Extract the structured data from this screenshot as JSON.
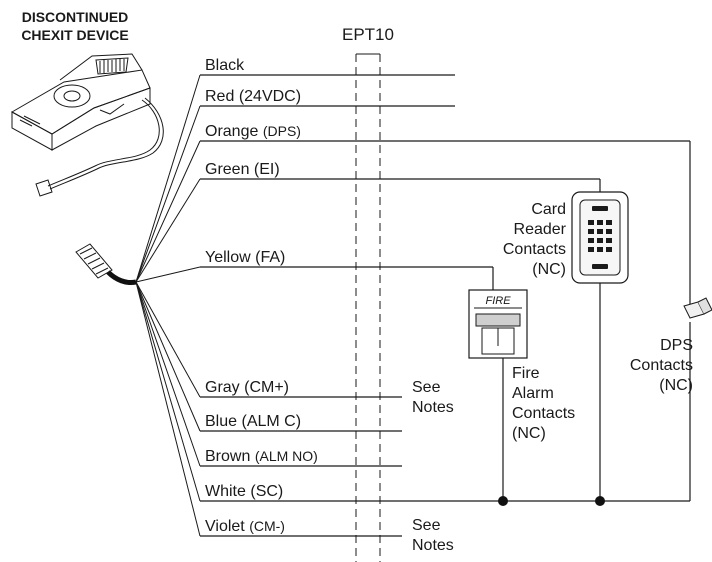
{
  "device": {
    "title_line1": "DISCONTINUED",
    "title_line2": "CHEXIT DEVICE"
  },
  "terminal": {
    "label": "EPT10"
  },
  "wires": [
    {
      "id": "black",
      "color": "Black",
      "note": ""
    },
    {
      "id": "red",
      "color": "Red",
      "note": "(24VDC)"
    },
    {
      "id": "orange",
      "color": "Orange",
      "note": "(DPS)"
    },
    {
      "id": "green",
      "color": "Green",
      "note": "(EI)"
    },
    {
      "id": "yellow",
      "color": "Yellow",
      "note": "(FA)"
    },
    {
      "id": "gray",
      "color": "Gray",
      "note": "(CM+)"
    },
    {
      "id": "blue",
      "color": "Blue",
      "note": "(ALM C)"
    },
    {
      "id": "brown",
      "color": "Brown",
      "note": "(ALM NO)"
    },
    {
      "id": "white",
      "color": "White",
      "note": "(SC)"
    },
    {
      "id": "violet",
      "color": "Violet",
      "note": "(CM-)"
    }
  ],
  "see_notes_1": {
    "line1": "See",
    "line2": "Notes"
  },
  "see_notes_2": {
    "line1": "See",
    "line2": "Notes"
  },
  "card_reader": {
    "line1": "Card",
    "line2": "Reader",
    "line3": "Contacts",
    "line4": "(NC)"
  },
  "fire_alarm": {
    "sign": "FIRE",
    "line1": "Fire",
    "line2": "Alarm",
    "line3": "Contacts",
    "line4": "(NC)"
  },
  "dps": {
    "line1": "DPS",
    "line2": "Contacts",
    "line3": "(NC)"
  }
}
